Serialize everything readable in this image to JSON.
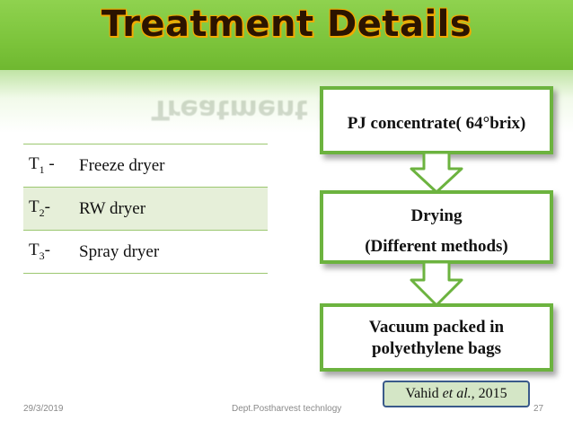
{
  "slide": {
    "title": "Treatment Details"
  },
  "treatments": [
    {
      "code": "T",
      "sub": "1",
      "sep": " -",
      "name": "Freeze dryer"
    },
    {
      "code": "T",
      "sub": "2",
      "sep": "-",
      "name": "RW dryer"
    },
    {
      "code": "T",
      "sub": "3",
      "sep": "-",
      "name": "Spray dryer"
    }
  ],
  "flow": {
    "step1": "PJ concentrate( 64°brix)",
    "step2_line1": "Drying",
    "step2_line2": "(Different methods)",
    "step3_line1": "Vacuum packed in",
    "step3_line2": "polyethylene bags"
  },
  "reference": {
    "author": "Vahid ",
    "etal": "et al.,",
    "year": " 2015"
  },
  "footer": {
    "date": "29/3/2019",
    "dept": "Dept.Postharvest technlogy",
    "page": "27"
  },
  "colors": {
    "banner": "#7cc43b",
    "box_border": "#6cb33f",
    "title_outline": "#f2a900"
  }
}
